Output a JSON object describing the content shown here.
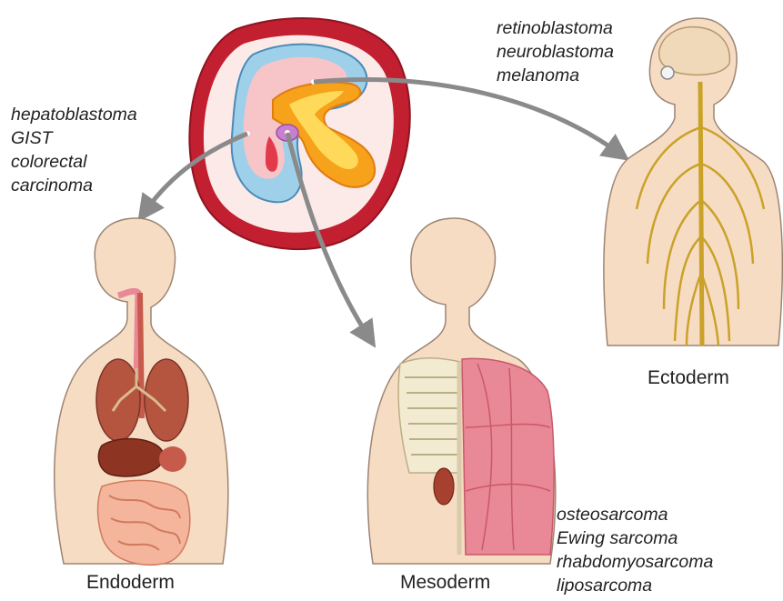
{
  "germ_layers": {
    "endoderm": {
      "label": "Endoderm",
      "cancers": [
        "hepatoblastoma",
        "GIST",
        "colorectal",
        "carcinoma"
      ]
    },
    "mesoderm": {
      "label": "Mesoderm",
      "cancers": [
        "osteosarcoma",
        "Ewing sarcoma",
        "rhabdomyosarcoma",
        "liposarcoma"
      ]
    },
    "ectoderm": {
      "label": "Ectoderm",
      "cancers": [
        "retinoblastoma",
        "neuroblastoma",
        "melanoma"
      ]
    }
  },
  "colors": {
    "skin": "#f7dcc4",
    "skin_outline": "#9b8472",
    "embryo_outer": "#c21f30",
    "embryo_amnion": "#9fd0ea",
    "embryo_yolk": "#f7a21b",
    "arrow": "#8a8a8a",
    "nerve": "#c9a227",
    "muscle": "#e98896",
    "organ": "#b5543f"
  }
}
